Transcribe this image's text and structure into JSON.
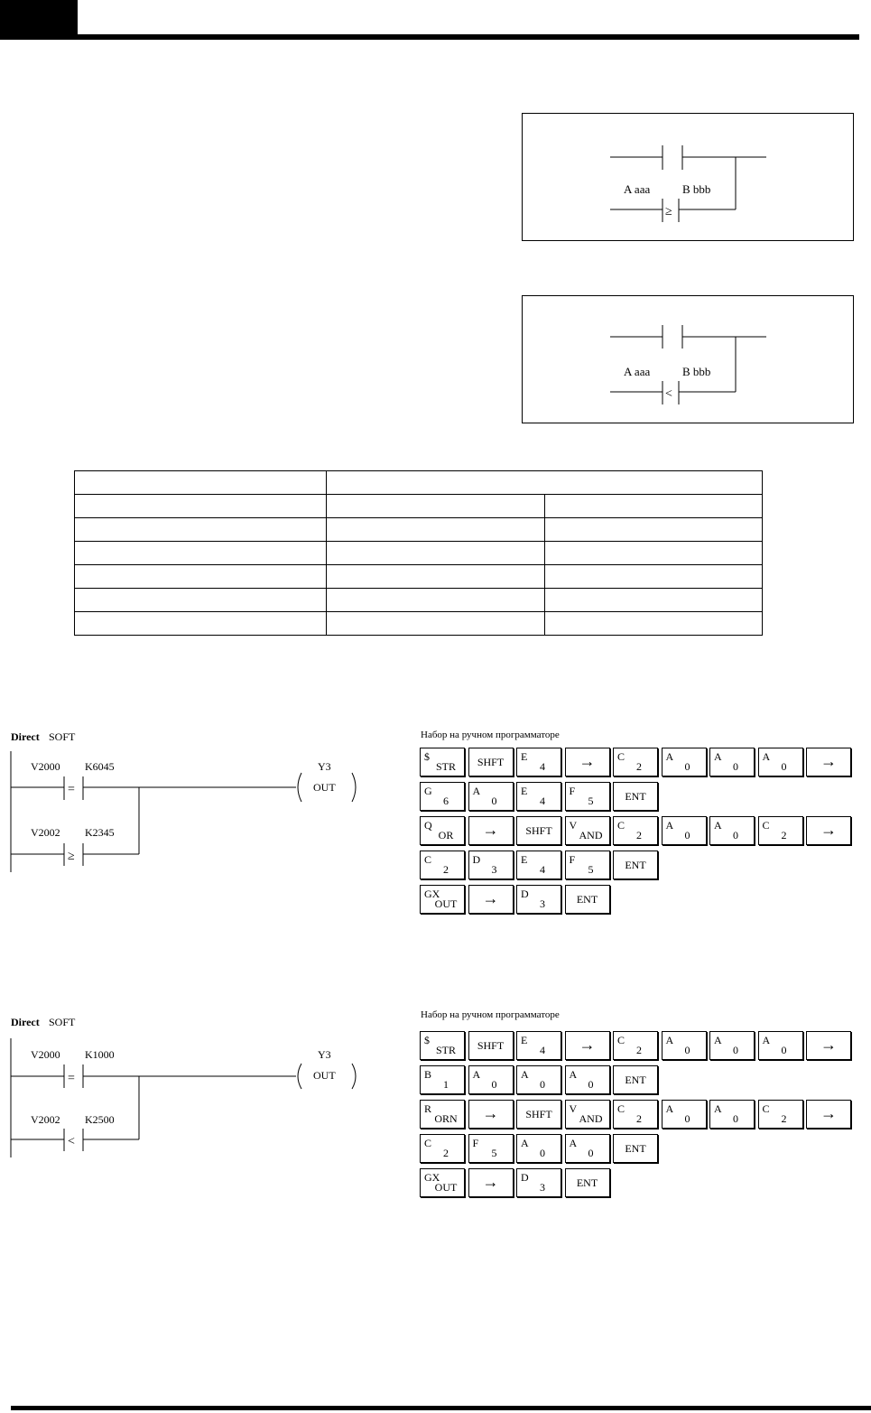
{
  "diagrams": {
    "contact_a": "A aaa",
    "contact_b": "B bbb",
    "op_ge": "≥",
    "op_lt": "<"
  },
  "example1": {
    "brand_bold": "Direct",
    "brand_rest": "SOFT",
    "contact1_addr": "V2000",
    "contact1_const": "K6045",
    "contact1_op": "=",
    "contact2_addr": "V2002",
    "contact2_const": "K2345",
    "contact2_op": "≥",
    "coil_addr": "Y3",
    "coil_label": "OUT",
    "keypad_title": "Набор на ручном программаторе"
  },
  "example2": {
    "brand_bold": "Direct",
    "brand_rest": "SOFT",
    "contact1_addr": "V2000",
    "contact1_const": "K1000",
    "contact1_op": "=",
    "contact2_addr": "V2002",
    "contact2_const": "K2500",
    "contact2_op": "<",
    "coil_addr": "Y3",
    "coil_label": "OUT",
    "keypad_title": "Набор на ручном программаторе"
  },
  "keypad1": [
    [
      {
        "t": "$",
        "b": "STR"
      },
      {
        "c": "SHFT"
      },
      {
        "t": "E",
        "b": "4"
      },
      {
        "c": "→"
      },
      {
        "t": "C",
        "b": "2"
      },
      {
        "t": "A",
        "b": "0"
      },
      {
        "t": "A",
        "b": "0"
      },
      {
        "t": "A",
        "b": "0"
      },
      {
        "c": "→"
      }
    ],
    [
      {
        "t": "G",
        "b": "6"
      },
      {
        "t": "A",
        "b": "0"
      },
      {
        "t": "E",
        "b": "4"
      },
      {
        "t": "F",
        "b": "5"
      },
      {
        "c": "ENT"
      }
    ],
    [
      {
        "t": "Q",
        "b": "OR"
      },
      {
        "c": "→"
      },
      {
        "c": "SHFT"
      },
      {
        "t": "V",
        "b": "AND"
      },
      {
        "t": "C",
        "b": "2"
      },
      {
        "t": "A",
        "b": "0"
      },
      {
        "t": "A",
        "b": "0"
      },
      {
        "t": "C",
        "b": "2"
      },
      {
        "c": "→"
      }
    ],
    [
      {
        "t": "C",
        "b": "2"
      },
      {
        "t": "D",
        "b": "3"
      },
      {
        "t": "E",
        "b": "4"
      },
      {
        "t": "F",
        "b": "5"
      },
      {
        "c": "ENT"
      }
    ],
    [
      {
        "t": "GX",
        "b": "OUT"
      },
      {
        "c": "→"
      },
      {
        "t": "D",
        "b": "3"
      },
      {
        "c": "ENT"
      }
    ]
  ],
  "keypad2": [
    [
      {
        "t": "$",
        "b": "STR"
      },
      {
        "c": "SHFT"
      },
      {
        "t": "E",
        "b": "4"
      },
      {
        "c": "→"
      },
      {
        "t": "C",
        "b": "2"
      },
      {
        "t": "A",
        "b": "0"
      },
      {
        "t": "A",
        "b": "0"
      },
      {
        "t": "A",
        "b": "0"
      },
      {
        "c": "→"
      }
    ],
    [
      {
        "t": "B",
        "b": "1"
      },
      {
        "t": "A",
        "b": "0"
      },
      {
        "t": "A",
        "b": "0"
      },
      {
        "t": "A",
        "b": "0"
      },
      {
        "c": "ENT"
      }
    ],
    [
      {
        "t": "R",
        "b": "ORN"
      },
      {
        "c": "→"
      },
      {
        "c": "SHFT"
      },
      {
        "t": "V",
        "b": "AND"
      },
      {
        "t": "C",
        "b": "2"
      },
      {
        "t": "A",
        "b": "0"
      },
      {
        "t": "A",
        "b": "0"
      },
      {
        "t": "C",
        "b": "2"
      },
      {
        "c": "→"
      }
    ],
    [
      {
        "t": "C",
        "b": "2"
      },
      {
        "t": "F",
        "b": "5"
      },
      {
        "t": "A",
        "b": "0"
      },
      {
        "t": "A",
        "b": "0"
      },
      {
        "c": "ENT"
      }
    ],
    [
      {
        "t": "GX",
        "b": "OUT"
      },
      {
        "c": "→"
      },
      {
        "t": "D",
        "b": "3"
      },
      {
        "c": "ENT"
      }
    ]
  ]
}
